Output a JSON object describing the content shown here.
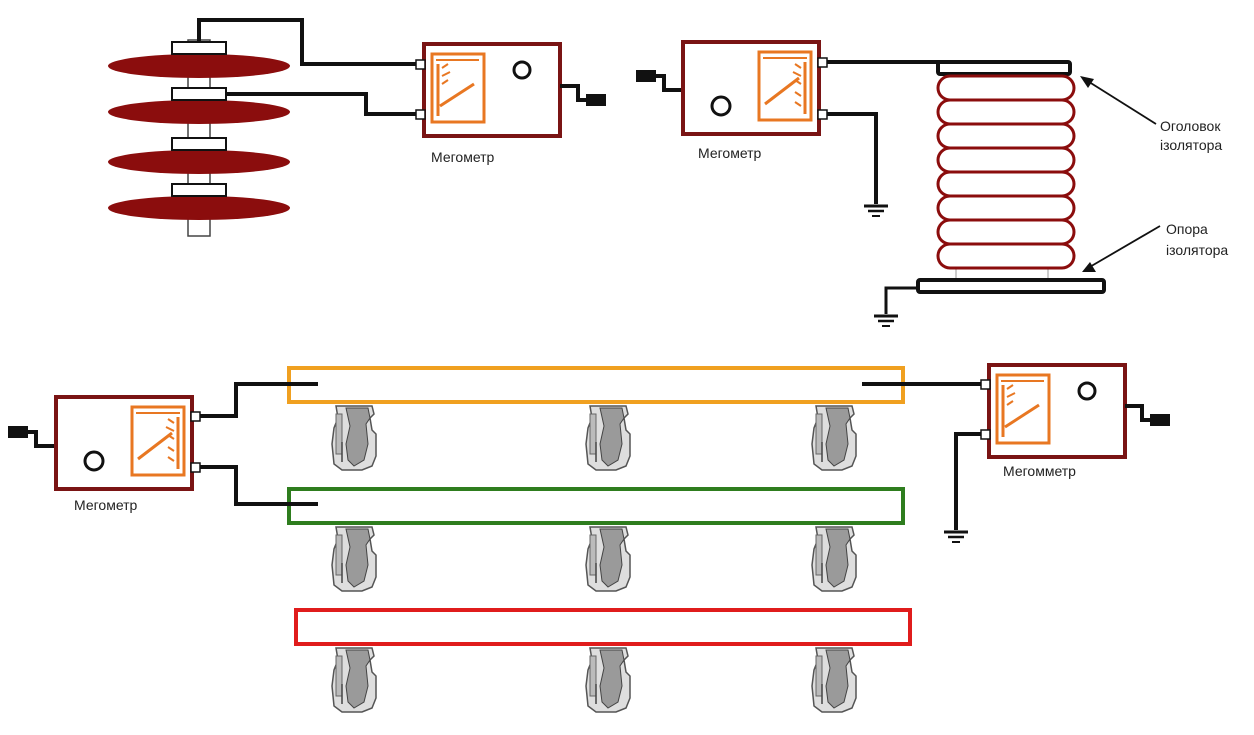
{
  "labels": {
    "meter_1": "Мегометр",
    "meter_2": "Мегометр",
    "meter_3": "Мегометр",
    "meter_4": "Мегомметр",
    "cap_line1": "Оголовок",
    "cap_line2": "ізолятора",
    "base_line1": "Опора",
    "base_line2": "ізолятора"
  },
  "colors": {
    "meter_frame": "#7a1414",
    "gauge": "#e87722",
    "disc": "#8b0d0d",
    "bus_phase_a": "#f0a020",
    "bus_phase_b": "#2e7d1e",
    "bus_phase_c": "#e01c1c",
    "wire": "#111111"
  },
  "icons": [
    "megohmmeter-icon",
    "crank-handle-icon",
    "ground-symbol-icon",
    "suspension-insulator-string-icon",
    "post-insulator-icon",
    "busbar-support-insulator-icon"
  ]
}
